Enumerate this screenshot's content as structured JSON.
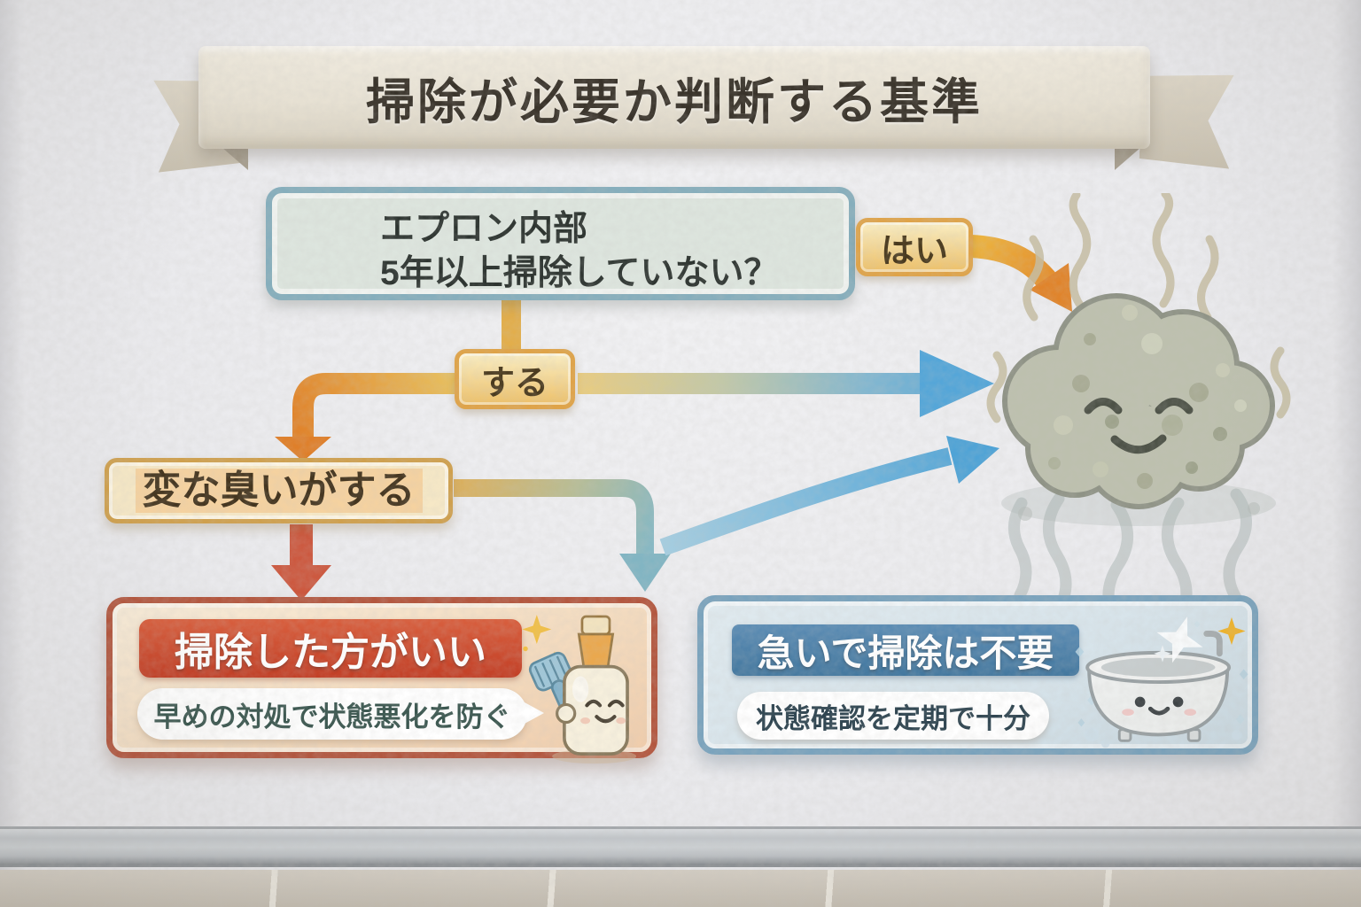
{
  "title": "掃除が必要か判断する基準",
  "flowchart": {
    "question_box": {
      "line1": "エプロン内部",
      "line2": "5年以上掃除していない？"
    },
    "labels": {
      "yes": "はい",
      "does": "する"
    },
    "smell_box": {
      "text": "変な臭いがする"
    },
    "result_clean": {
      "heading": "掃除した方がいい",
      "note": "早めの対処で状態悪化を防ぐ"
    },
    "result_no_rush": {
      "heading": "急いで掃除は不要",
      "note": "状態確認を定期で十分"
    }
  },
  "icons": {
    "mold": "mold-cloud-character",
    "soap": "soap-bottle-character",
    "bathtub": "bathtub-character"
  },
  "colors": {
    "accent_orange": "#e0842b",
    "accent_blue": "#55a6d8",
    "accent_red": "#cb4a2e",
    "header_blue": "#4b80ab",
    "question_border_teal": "#86aebc",
    "gold_border": "#dfa348",
    "ribbon": "#e7e1d3",
    "wall": "#e9e9ec"
  }
}
